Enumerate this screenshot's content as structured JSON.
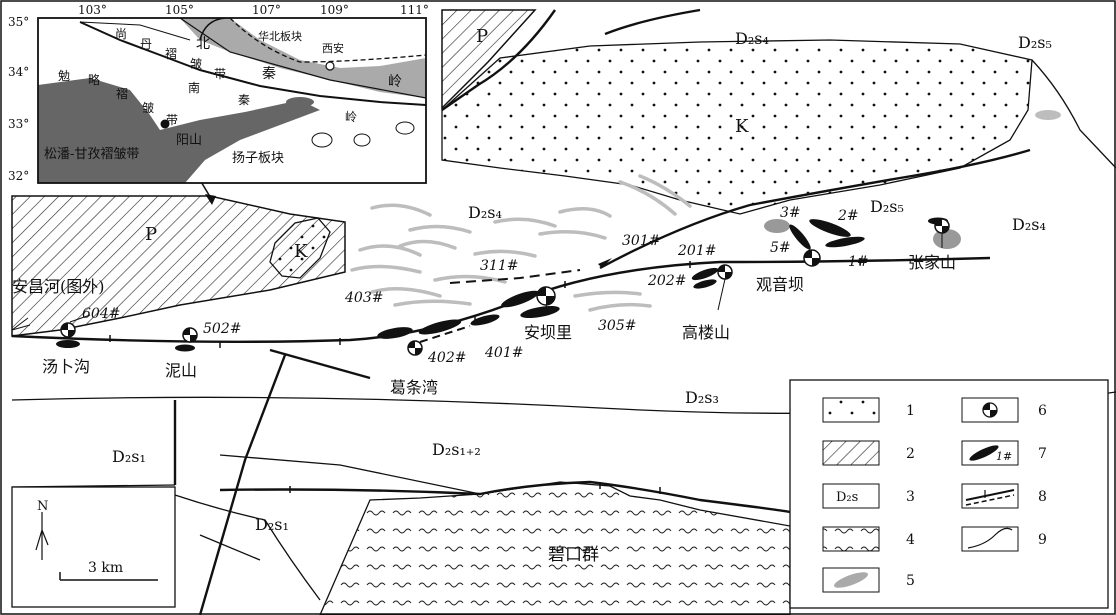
{
  "inset": {
    "lat_labels": [
      "35°",
      "34°",
      "33°",
      "32°"
    ],
    "lon_labels": [
      "103°",
      "105°",
      "107°",
      "109°",
      "111°"
    ],
    "belt_labels": [
      "尚",
      "丹",
      "褶",
      "皱",
      "带"
    ],
    "north_char": "北",
    "huabei": "华北板块",
    "xian": "西安",
    "qin_chars": [
      "秦",
      "岭"
    ],
    "nan_chars": [
      "南",
      "秦",
      "岭"
    ],
    "mianlue_chars": [
      "勉",
      "略",
      "褶",
      "皱",
      "带"
    ],
    "songpan": "松潘-甘孜褶皱带",
    "yangshan": "阳山",
    "yangzi": "扬子板块"
  },
  "units": {
    "D2s4_a": "D₂s₄",
    "D2s5_a": "D₂s₅",
    "D2s4_b": "D₂s₄",
    "D2s5_b": "D₂s₅",
    "D2s4_c": "D₂s₄",
    "D2s3": "D₂s₃",
    "D2s12": "D₂s₁₊₂",
    "D2s1_a": "D₂s₁",
    "D2s1_b": "D₂s₁",
    "P_a": "P",
    "P_b": "P",
    "K_a": "K",
    "K_b": "K",
    "bikou": "碧口群"
  },
  "orebodies": {
    "o604": "604#",
    "o502": "502#",
    "o403": "403#",
    "o402": "402#",
    "o401": "401#",
    "o311": "311#",
    "o305": "305#",
    "o301": "301#",
    "o201": "201#",
    "o202": "202#",
    "o3": "3#",
    "o2": "2#",
    "o5": "5#",
    "o1": "1#"
  },
  "localities": {
    "anchang": "安昌河(图外)",
    "tangbugou": "汤卜沟",
    "nishan": "泥山",
    "getiaowan": "葛条湾",
    "anbali": "安坝里",
    "gaoloushan": "高楼山",
    "guanyinba": "观音坝",
    "zhangjiashan": "张家山"
  },
  "scale": {
    "north": "N",
    "bar": "3 km"
  },
  "legend": [
    "1",
    "2",
    "3",
    "4",
    "5",
    "6",
    "7",
    "8",
    "9"
  ],
  "legend_d2s": "D₂s",
  "legend_orebody": "1#"
}
